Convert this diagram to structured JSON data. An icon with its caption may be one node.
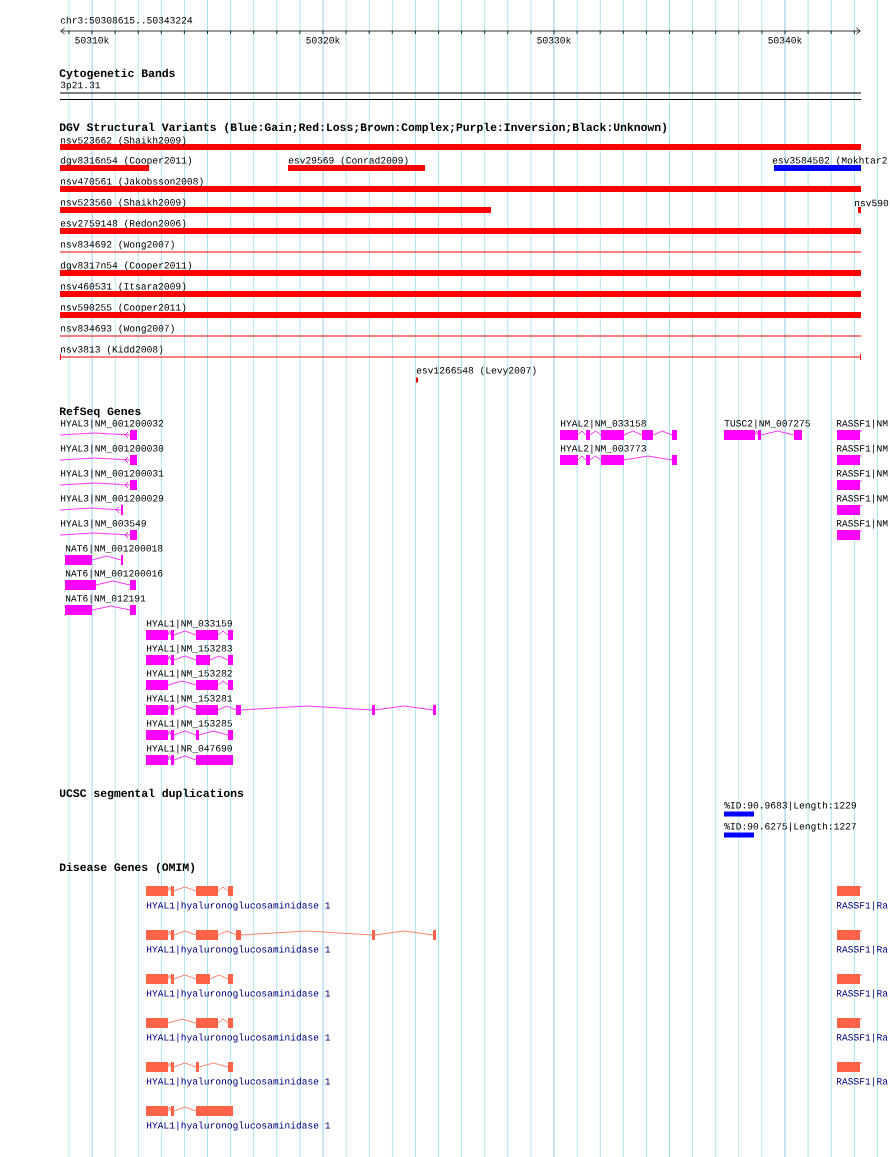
{
  "diagram": {
    "labels": [
      "chr3:50308615..50343224",
      "50310k",
      "50320k",
      "50330k",
      "50340k",
      "Cytogenetic Bands",
      "3p21.31",
      "DGV Structural Variants (Blue:Gain;Red:Loss;Brown:Complex;Purple:Inversion;Black:Unknown)",
      "nsv523662 (Shaikh2009)",
      "dgv8316n54 (Cooper2011)",
      "esv29569 (Conrad2009)",
      "esv3584502 (Mokhtar2",
      "nsv470561 (Jakobsson2008)",
      "nsv523560 (Shaikh2009)",
      "nsv590",
      "esv2759148 (Redon2006)",
      "nsv834692 (Wong2007)",
      "dgv8317n54 (Cooper2011)",
      "nsv460531 (Itsara2009)",
      "nsv590255 (Cooper2011)",
      "nsv834693 (Wong2007)",
      "nsv3813 (Kidd2008)",
      "esv1266548 (Levy2007)",
      "RefSeq Genes",
      "HYAL3|NM_001200032",
      "HYAL2|NM_033158",
      "TUSC2|NM_007275",
      "RASSF1|NM",
      "HYAL3|NM_001200030",
      "HYAL2|NM_003773",
      "RASSF1|NM",
      "HYAL3|NM_001200031",
      "RASSF1|NM",
      "HYAL3|NM_001200029",
      "RASSF1|NM",
      "HYAL3|NM_003549",
      "RASSF1|NM",
      "NAT6|NM_001200018",
      "NAT6|NM_001200016",
      "NAT6|NM_012191",
      "HYAL1|NM_033159",
      "HYAL1|NM_153283",
      "HYAL1|NM_153282",
      "HYAL1|NM_153281",
      "HYAL1|NM_153285",
      "HYAL1|NR_047690",
      "UCSC segmental duplications",
      "%ID:90.9683|Length:1229",
      "%ID:90.6275|Length:1227",
      "Disease Genes (OMIM)",
      "HYAL1|hyaluronoglucosaminidase 1",
      "RASSF1|Ra",
      "HYAL1|hyaluronoglucosaminidase 1",
      "RASSF1|Ra",
      "HYAL1|hyaluronoglucosaminidase 1",
      "RASSF1|Ra",
      "HYAL1|hyaluronoglucosaminidase 1",
      "RASSF1|Ra",
      "HYAL1|hyaluronoglucosaminidase 1",
      "RASSF1|Ra",
      "HYAL1|hyaluronoglucosaminidase 1"
    ]
  }
}
